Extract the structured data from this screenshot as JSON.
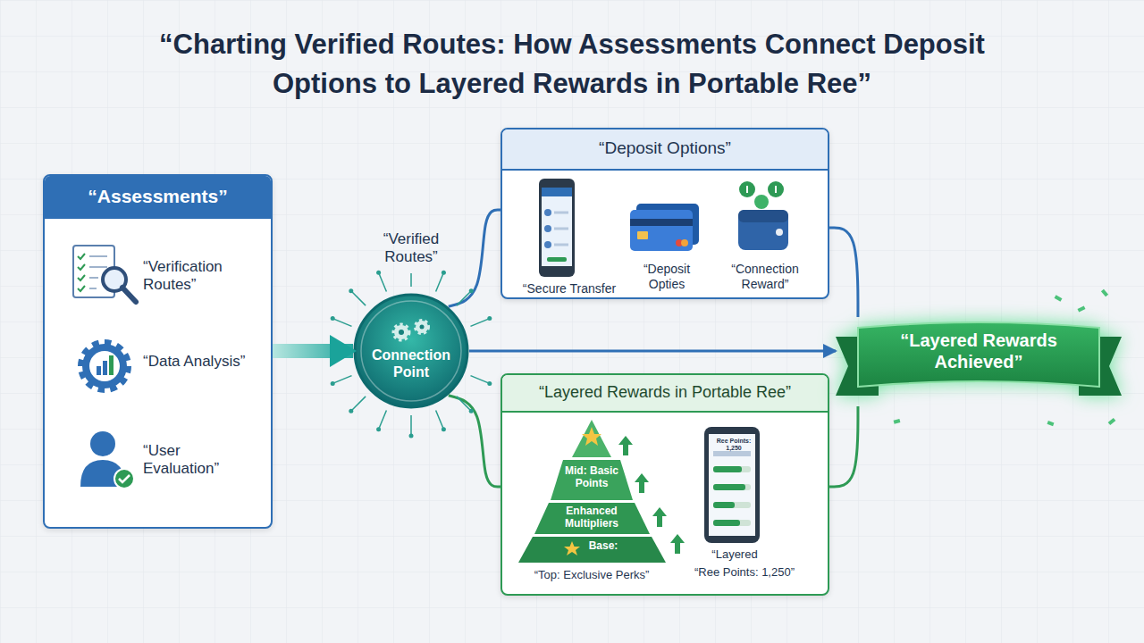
{
  "diagram": {
    "title": "“Charting Verified Routes: How Assessments Connect Deposit Options to Layered Rewards in Portable Ree”",
    "nodes": [
      {
        "text": [
          "“Assessments”",
          "“Verification Routes”",
          "“Data Analysis”",
          "“User Evaluation”"
        ]
      },
      {
        "text": [
          "“Verified Routes”",
          "Connection Point"
        ]
      },
      {
        "text": [
          "“Deposit Options”",
          "“Secure Transfer",
          "“Deposit Opties",
          "“Connection Reward”"
        ]
      },
      {
        "text": [
          "“Layered Rewards in Portable Ree”",
          "Mid: Basic Points",
          "Enhanced Multipliers",
          "Base:",
          "“Top: Exclusive Perks”",
          "Ree Points: 1,250",
          "“Layered",
          "“Ree Points: 1,250”"
        ]
      },
      {
        "text": [
          "“Layered Rewards Achieved”"
        ]
      }
    ],
    "edges": [
      {
        "from": 0,
        "to": 1,
        "arrow": "to"
      },
      {
        "from": 1,
        "to": 4,
        "arrow": "to"
      },
      {
        "from": 1,
        "to": 2,
        "arrow": "none"
      },
      {
        "from": 1,
        "to": 3,
        "arrow": "none"
      },
      {
        "from": 2,
        "to": 4,
        "arrow": "none"
      },
      {
        "from": 3,
        "to": 4,
        "arrow": "none"
      }
    ]
  }
}
